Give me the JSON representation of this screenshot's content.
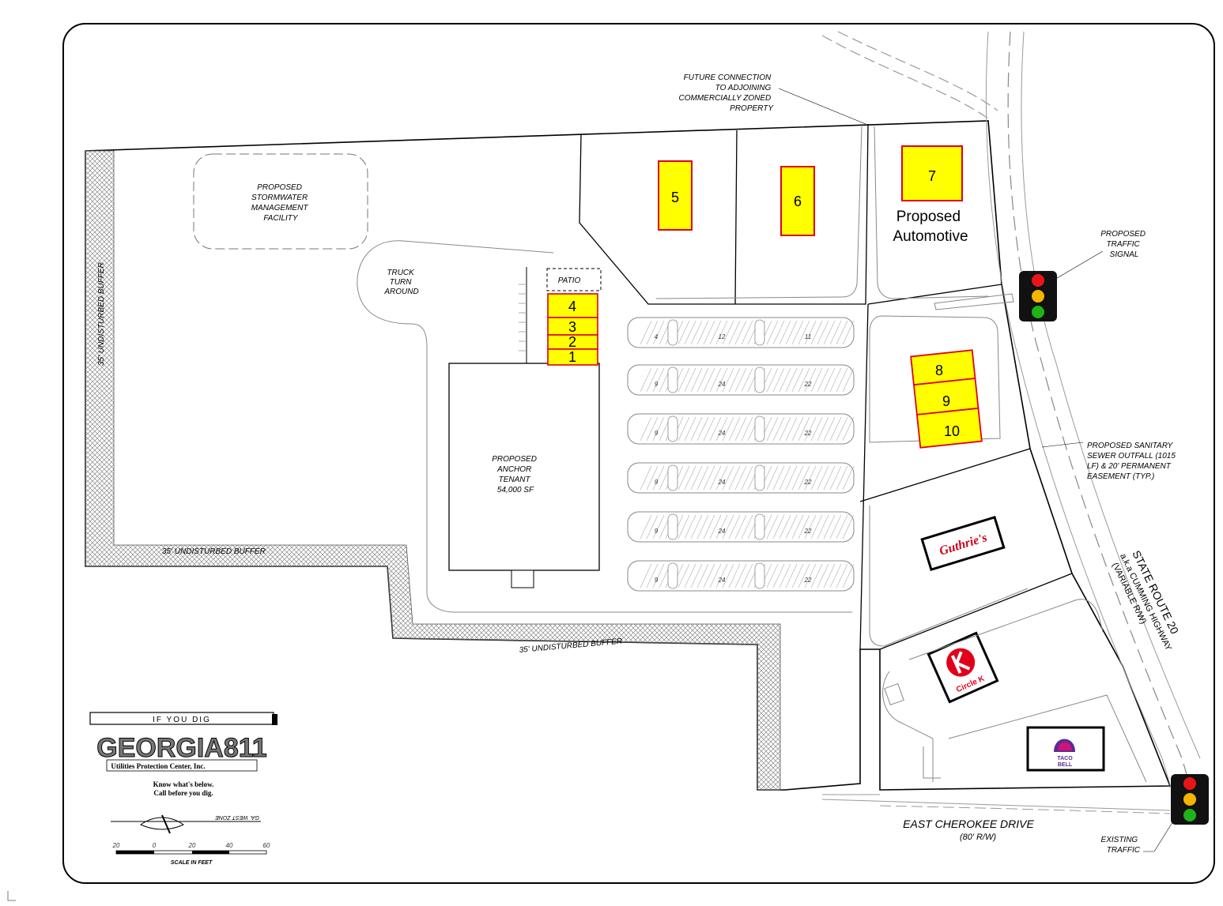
{
  "colors": {
    "parcel_fill": "#ffff00",
    "parcel_stroke": "#e0001a",
    "buffer_hatch": "#888888",
    "line": "#000000"
  },
  "notes": {
    "future_connection": [
      "FUTURE CONNECTION",
      "TO ADJOINING",
      "COMMERCIALLY ZONED",
      "PROPERTY"
    ],
    "stormwater": [
      "PROPOSED",
      "STORMWATER",
      "MANAGEMENT",
      "FACILITY"
    ],
    "truck_turn": [
      "TRUCK",
      "TURN",
      "AROUND"
    ],
    "patio": "PATIO",
    "anchor": [
      "PROPOSED",
      "ANCHOR",
      "TENANT",
      "54,000 SF"
    ],
    "traffic_signal_proposed": [
      "PROPOSED",
      "TRAFFIC",
      "SIGNAL"
    ],
    "sewer": [
      "PROPOSED SANITARY",
      "SEWER OUTFALL (1015",
      "LF) & 20' PERMANENT",
      "EASEMENT (TYP.)"
    ],
    "traffic_signal_existing": [
      "EXISTING",
      "TRAFFIC"
    ],
    "buffer_label": "35' UNDISTURBED BUFFER"
  },
  "parcels": [
    {
      "label": "4"
    },
    {
      "label": "3"
    },
    {
      "label": "2"
    },
    {
      "label": "1"
    },
    {
      "label": "5"
    },
    {
      "label": "6"
    },
    {
      "label": "7"
    },
    {
      "label": "8"
    },
    {
      "label": "9"
    },
    {
      "label": "10"
    }
  ],
  "automotive": [
    "Proposed",
    "Automotive"
  ],
  "parking_counts": [
    [
      "4",
      "12",
      "11"
    ],
    [
      "9",
      "24",
      "22"
    ],
    [
      "9",
      "24",
      "22"
    ],
    [
      "9",
      "24",
      "22"
    ],
    [
      "9",
      "24",
      "22"
    ],
    [
      "9",
      "24",
      "22"
    ]
  ],
  "tenants": {
    "guthries": "Guthrie's",
    "circle_k": "Circle K",
    "taco_bell": [
      "TACO",
      "BELL"
    ]
  },
  "roads": {
    "state_route": [
      "STATE ROUTE 20",
      "a.k.a CUMMING HIGHWAY",
      "(VARIABLE R/W)"
    ],
    "east_cherokee": "EAST CHEROKEE DRIVE",
    "east_cherokee_rw": "(80' R/W)"
  },
  "georgia811": {
    "if_you_dig": "IF YOU DIG",
    "title": "GEORGIA811",
    "subtitle": "Utilities Protection Center, Inc.",
    "line1": "Know what's below.",
    "line2": "Call before you dig."
  },
  "north_arrow": {
    "zone": "GA. WEST ZONE"
  },
  "scale": {
    "ticks": [
      "20",
      "0",
      "20",
      "40",
      "60"
    ],
    "label": "SCALE IN FEET"
  }
}
